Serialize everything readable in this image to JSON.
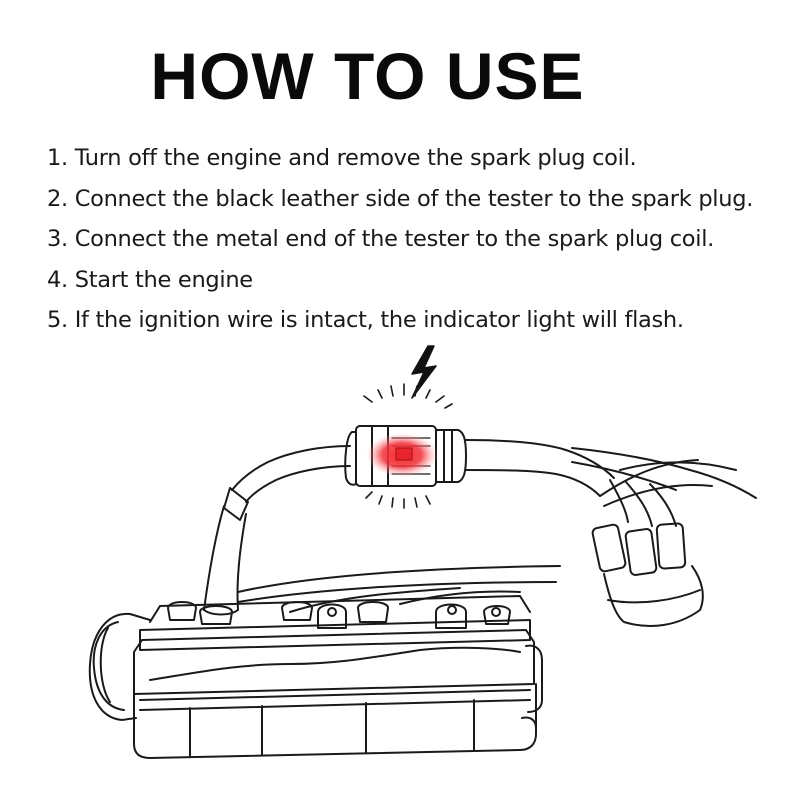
{
  "title": "HOW TO USE",
  "steps": [
    "1. Turn off the engine and remove the spark plug coil.",
    "2. Connect the black leather side of the tester to the spark plug.",
    "3. Connect the metal end of the tester to the spark plug coil.",
    "4. Start the engine",
    "5. If the ignition wire is intact, the indicator light will flash."
  ],
  "colors": {
    "indicator": "#e8242c",
    "line": "#1a1a1a",
    "background": "#ffffff"
  },
  "icons": [
    "lightning-bolt-icon",
    "spark-plug-tester-icon",
    "engine-illustration"
  ]
}
